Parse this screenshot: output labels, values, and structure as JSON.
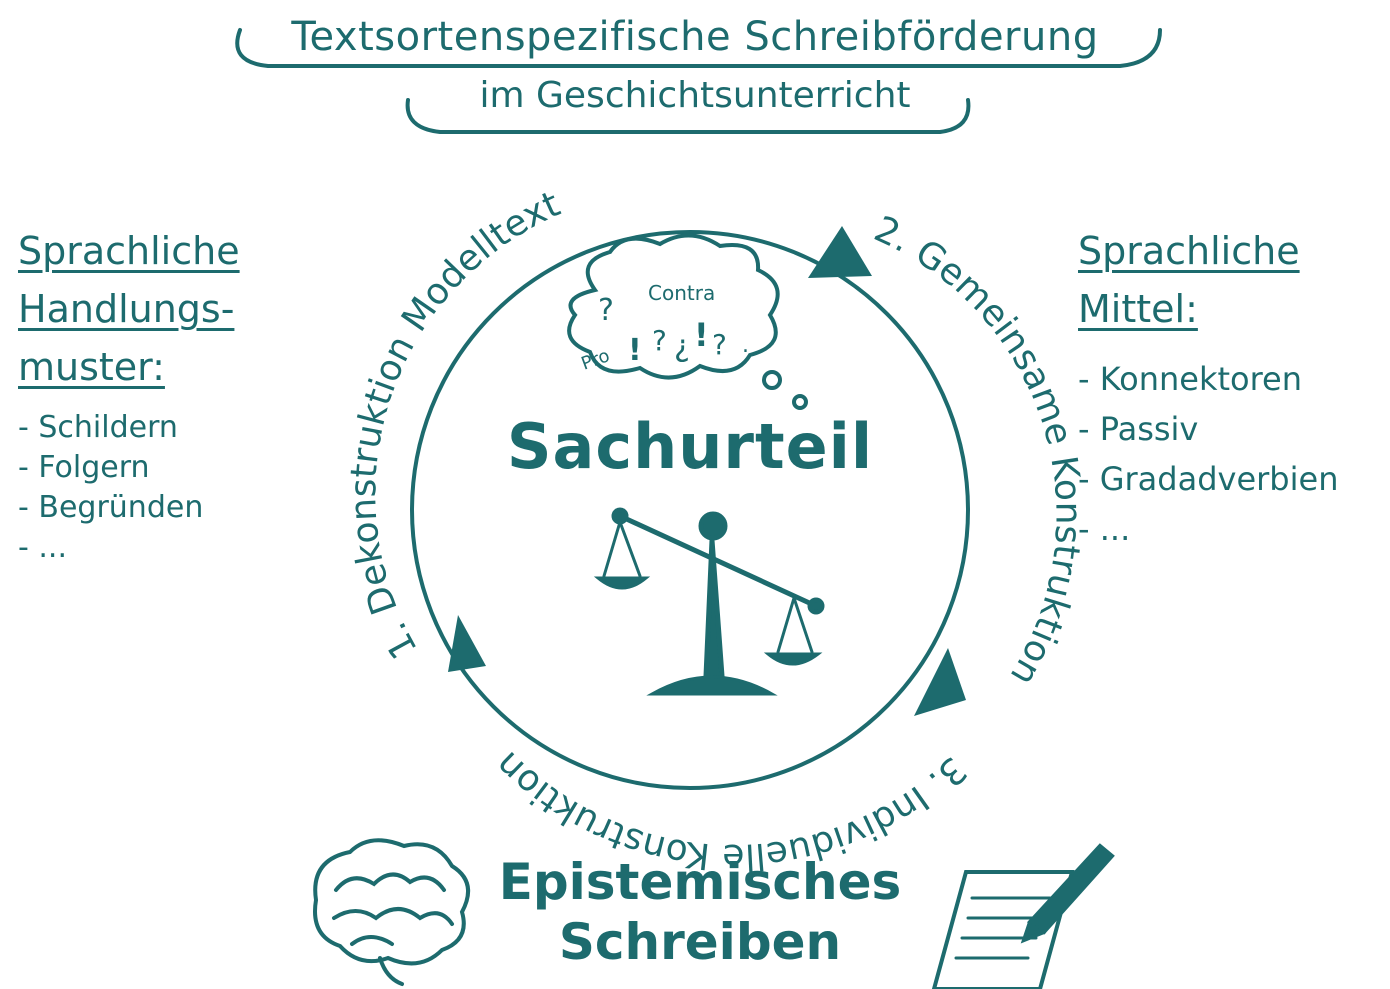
{
  "title": {
    "line1": "Textsortenspezifische Schreibförderung",
    "line2": "im Geschichtsunterricht"
  },
  "left_panel": {
    "heading_line1": "Sprachliche",
    "heading_line2": "Handlungs-",
    "heading_line3": "muster:",
    "items": [
      "Schildern",
      "Folgern",
      "Begründen",
      "..."
    ]
  },
  "right_panel": {
    "heading_line1": "Sprachliche",
    "heading_line2": "Mittel:",
    "items": [
      "Konnektoren",
      "Passiv",
      "Gradadverbien",
      "..."
    ]
  },
  "cycle": {
    "step1": "1. Dekonstruktion Modelltext",
    "step2": "2. Gemeinsame Konstruktion",
    "step3": "3. Individuelle Konstruktion"
  },
  "thought_bubble": {
    "contra": "Contra",
    "pro": "Pro"
  },
  "center_title": "Sachurteil",
  "bottom_title_line1": "Epistemisches",
  "bottom_title_line2": "Schreiben",
  "colors": {
    "ink": "#1d6b6e",
    "background": "#ffffff"
  },
  "icons": [
    "scale-icon",
    "thought-bubble-icon",
    "brain-icon",
    "paper-pen-icon"
  ]
}
